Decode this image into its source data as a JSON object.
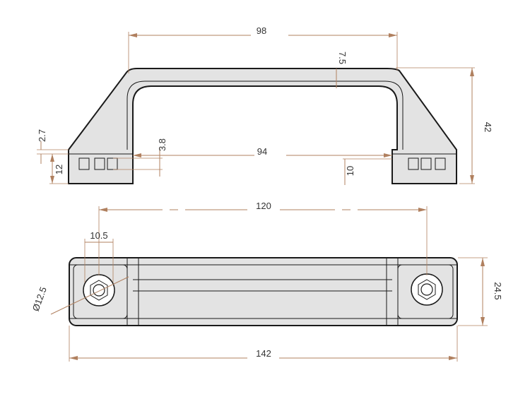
{
  "drawing": {
    "colors": {
      "dimension": "#b0805f",
      "outline": "#1a1a1a",
      "fill": "#e3e3e3",
      "text": "#333333"
    },
    "dimensions": {
      "top_overall_width": "98",
      "grip_thickness": "7.5",
      "height_overall": "42",
      "foot_step": "2.7",
      "foot_height": "12",
      "mount_offset": "3.8",
      "inner_span": "94",
      "base_offset": "10",
      "hole_spacing": "120",
      "counterbore_width": "10.5",
      "hole_diameter": "Ø12.5",
      "body_width": "24.5",
      "overall_length": "142"
    }
  }
}
